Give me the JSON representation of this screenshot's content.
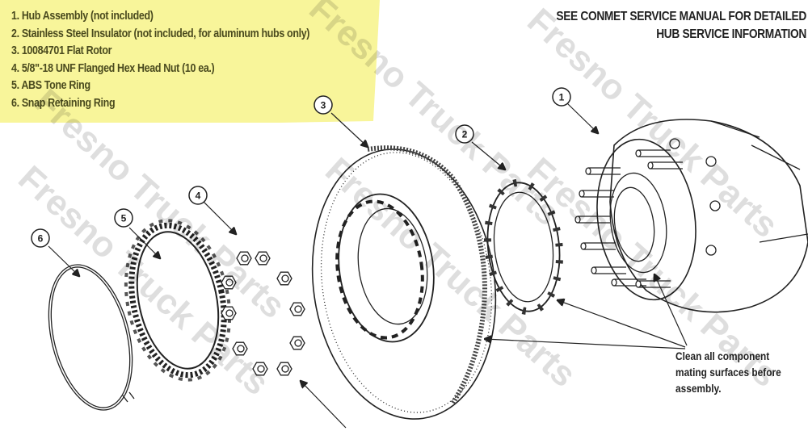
{
  "legend": {
    "items": [
      "1. Hub Assembly (not included)",
      "2. Stainless Steel Insulator (not included, for aluminum hubs only)",
      "3. 10084701 Flat Rotor",
      "4. 5/8\"-18 UNF Flanged Hex Head Nut (10 ea.)",
      "5. ABS Tone Ring",
      "6. Snap Retaining Ring"
    ],
    "highlight_color": "#f8f59a"
  },
  "manual_note": {
    "line1": "SEE CONMET SERVICE MANUAL FOR DETAILED",
    "line2": "HUB SERVICE INFORMATION"
  },
  "clean_note": {
    "line1": "Clean all component",
    "line2": "mating surfaces before",
    "line3": "assembly."
  },
  "callouts": [
    "1",
    "2",
    "3",
    "4",
    "5",
    "6"
  ],
  "watermark": "Fresno Truck Parts"
}
